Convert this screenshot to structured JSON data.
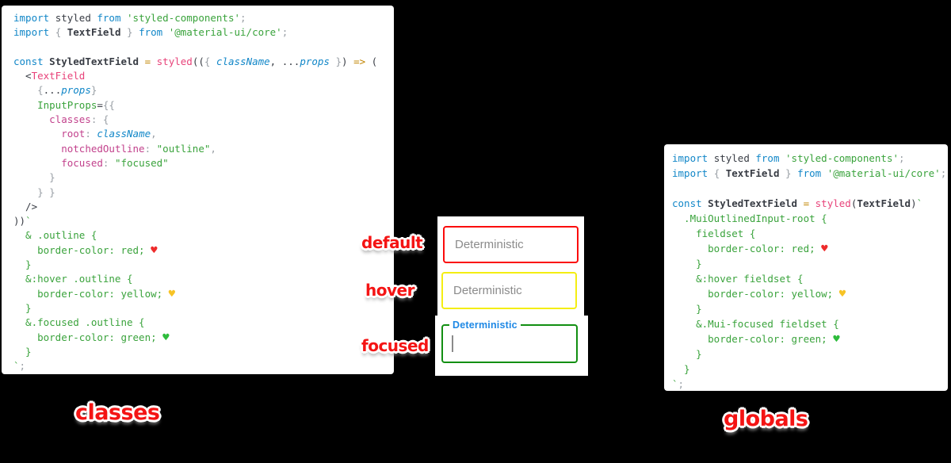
{
  "scene": {
    "background": "#000000"
  },
  "captions": {
    "default": "default",
    "hover": "hover",
    "focused": "focused",
    "classes": "classes",
    "globals": "globals"
  },
  "syntax_colors": {
    "keyword": "#1287c8",
    "identifier": "#383c44",
    "string_and_css": "#3aa33c",
    "function_call": "#e8437a",
    "jsx_component": "#e8437a",
    "jsx_attribute": "#3aa33c",
    "object_key": "#c2418c",
    "operator": "#c18401",
    "punctuation": "#9aa0a6",
    "heart_red": "#ee2b2b",
    "heart_yellow": "#f7c325",
    "heart_green": "#2ebc3c"
  },
  "code_panels": {
    "classes": {
      "lines": [
        [
          [
            "kw",
            "import"
          ],
          [
            "pl",
            " "
          ],
          [
            "id",
            "styled"
          ],
          [
            "pl",
            " "
          ],
          [
            "kw",
            "from"
          ],
          [
            "pl",
            " "
          ],
          [
            "str",
            "'styled-components'"
          ],
          [
            "pu",
            ";"
          ]
        ],
        [
          [
            "kw",
            "import"
          ],
          [
            "pl",
            " "
          ],
          [
            "pu",
            "{"
          ],
          [
            "pl",
            " "
          ],
          [
            "idb",
            "TextField"
          ],
          [
            "pl",
            " "
          ],
          [
            "pu",
            "}"
          ],
          [
            "pl",
            " "
          ],
          [
            "kw",
            "from"
          ],
          [
            "pl",
            " "
          ],
          [
            "str",
            "'@material-ui/core'"
          ],
          [
            "pu",
            ";"
          ]
        ],
        [],
        [
          [
            "kw",
            "const"
          ],
          [
            "pl",
            " "
          ],
          [
            "idb",
            "StyledTextField"
          ],
          [
            "pl",
            " "
          ],
          [
            "op",
            "="
          ],
          [
            "pl",
            " "
          ],
          [
            "fn",
            "styled"
          ],
          [
            "pl",
            "(("
          ],
          [
            "pu",
            "{"
          ],
          [
            "pl",
            " "
          ],
          [
            "arg",
            "className"
          ],
          [
            "pl",
            ", ..."
          ],
          [
            "arg",
            "props"
          ],
          [
            "pl",
            " "
          ],
          [
            "pu",
            "}"
          ],
          [
            "pl",
            ") "
          ],
          [
            "op",
            "=>"
          ],
          [
            "pl",
            " ("
          ]
        ],
        [
          [
            "pl",
            "  <"
          ],
          [
            "tag",
            "TextField"
          ]
        ],
        [
          [
            "pl",
            "    "
          ],
          [
            "pu",
            "{"
          ],
          [
            "pl",
            "..."
          ],
          [
            "arg",
            "props"
          ],
          [
            "pu",
            "}"
          ]
        ],
        [
          [
            "pl",
            "    "
          ],
          [
            "attr",
            "InputProps"
          ],
          [
            "pl",
            "="
          ],
          [
            "pu",
            "{{"
          ]
        ],
        [
          [
            "pl",
            "      "
          ],
          [
            "key",
            "classes"
          ],
          [
            "pu",
            ":"
          ],
          [
            "pl",
            " "
          ],
          [
            "pu",
            "{"
          ]
        ],
        [
          [
            "pl",
            "        "
          ],
          [
            "key",
            "root"
          ],
          [
            "pu",
            ":"
          ],
          [
            "pl",
            " "
          ],
          [
            "arg",
            "className"
          ],
          [
            "pu",
            ","
          ]
        ],
        [
          [
            "pl",
            "        "
          ],
          [
            "key",
            "notchedOutline"
          ],
          [
            "pu",
            ":"
          ],
          [
            "pl",
            " "
          ],
          [
            "str",
            "\"outline\""
          ],
          [
            "pu",
            ","
          ]
        ],
        [
          [
            "pl",
            "        "
          ],
          [
            "key",
            "focused"
          ],
          [
            "pu",
            ":"
          ],
          [
            "pl",
            " "
          ],
          [
            "str",
            "\"focused\""
          ]
        ],
        [
          [
            "pu",
            "      }"
          ]
        ],
        [
          [
            "pu",
            "    } }"
          ]
        ],
        [
          [
            "pl",
            "  />"
          ]
        ],
        [
          [
            "pl",
            "))"
          ],
          [
            "str",
            "`"
          ]
        ],
        [
          [
            "str",
            "  & .outline {"
          ]
        ],
        [
          [
            "str",
            "    border-color: red; "
          ],
          [
            "hr",
            "♥"
          ]
        ],
        [
          [
            "str",
            "  }"
          ]
        ],
        [
          [
            "str",
            "  &:hover .outline {"
          ]
        ],
        [
          [
            "str",
            "    border-color: yellow; "
          ],
          [
            "hy",
            "♥"
          ]
        ],
        [
          [
            "str",
            "  }"
          ]
        ],
        [
          [
            "str",
            "  &.focused .outline {"
          ]
        ],
        [
          [
            "str",
            "    border-color: green; "
          ],
          [
            "hg",
            "♥"
          ]
        ],
        [
          [
            "str",
            "  }"
          ]
        ],
        [
          [
            "str",
            "`"
          ],
          [
            "pu",
            ";"
          ]
        ]
      ]
    },
    "globals": {
      "lines": [
        [
          [
            "kw",
            "import"
          ],
          [
            "pl",
            " "
          ],
          [
            "id",
            "styled"
          ],
          [
            "pl",
            " "
          ],
          [
            "kw",
            "from"
          ],
          [
            "pl",
            " "
          ],
          [
            "str",
            "'styled-components'"
          ],
          [
            "pu",
            ";"
          ]
        ],
        [
          [
            "kw",
            "import"
          ],
          [
            "pl",
            " "
          ],
          [
            "pu",
            "{"
          ],
          [
            "pl",
            " "
          ],
          [
            "idb",
            "TextField"
          ],
          [
            "pl",
            " "
          ],
          [
            "pu",
            "}"
          ],
          [
            "pl",
            " "
          ],
          [
            "kw",
            "from"
          ],
          [
            "pl",
            " "
          ],
          [
            "str",
            "'@material-ui/core'"
          ],
          [
            "pu",
            ";"
          ]
        ],
        [],
        [
          [
            "kw",
            "const"
          ],
          [
            "pl",
            " "
          ],
          [
            "idb",
            "StyledTextField"
          ],
          [
            "pl",
            " "
          ],
          [
            "op",
            "="
          ],
          [
            "pl",
            " "
          ],
          [
            "fn",
            "styled"
          ],
          [
            "pl",
            "("
          ],
          [
            "idb",
            "TextField"
          ],
          [
            "pl",
            ")"
          ],
          [
            "str",
            "`"
          ]
        ],
        [
          [
            "str",
            "  .MuiOutlinedInput-root {"
          ]
        ],
        [
          [
            "str",
            "    fieldset {"
          ]
        ],
        [
          [
            "str",
            "      border-color: red; "
          ],
          [
            "hr",
            "♥"
          ]
        ],
        [
          [
            "str",
            "    }"
          ]
        ],
        [
          [
            "str",
            "    &:hover fieldset {"
          ]
        ],
        [
          [
            "str",
            "      border-color: yellow; "
          ],
          [
            "hy",
            "♥"
          ]
        ],
        [
          [
            "str",
            "    }"
          ]
        ],
        [
          [
            "str",
            "    &.Mui-focused fieldset {"
          ]
        ],
        [
          [
            "str",
            "      border-color: green; "
          ],
          [
            "hg",
            "♥"
          ]
        ],
        [
          [
            "str",
            "    }"
          ]
        ],
        [
          [
            "str",
            "  }"
          ]
        ],
        [
          [
            "str",
            "`"
          ],
          [
            "pu",
            ";"
          ]
        ]
      ]
    }
  },
  "preview": {
    "default_field": {
      "placeholder": "Deterministic",
      "border_color": "#fb0b0b"
    },
    "hover_field": {
      "placeholder": "Deterministic",
      "border_color": "#f4ee12"
    },
    "focused_field": {
      "label": "Deterministic",
      "border_color": "#128f12",
      "label_color": "#1e88e5"
    }
  }
}
